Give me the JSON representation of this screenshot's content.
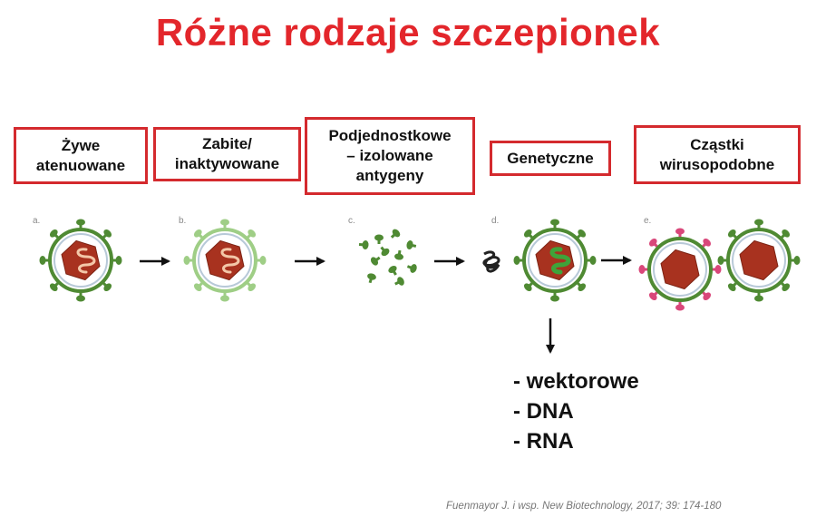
{
  "title": "Różne rodzaje szczepionek",
  "categories": [
    {
      "label": "Żywe\natenuowane",
      "marker": "a."
    },
    {
      "label": "Zabite/\ninaktywowane",
      "marker": "b."
    },
    {
      "label": "Podjednostkowe\n– izolowane\nantygeny",
      "marker": "c."
    },
    {
      "label": "Genetyczne",
      "marker": "d."
    },
    {
      "label": "Cząstki\nwirusopodobne",
      "marker": "e."
    }
  ],
  "genetic_types": [
    "- wektorowe",
    "- DNA",
    "- RNA"
  ],
  "citation": "Fuenmayor J. i wsp. New Biotechnology, 2017; 39: 174-180",
  "colors": {
    "title": "#e3262b",
    "box_border": "#d42a2e",
    "envelope": "#4f8a33",
    "envelope_light": "#9fce86",
    "capsid": "#a8321f",
    "vlp_spike": "#d9477a"
  }
}
